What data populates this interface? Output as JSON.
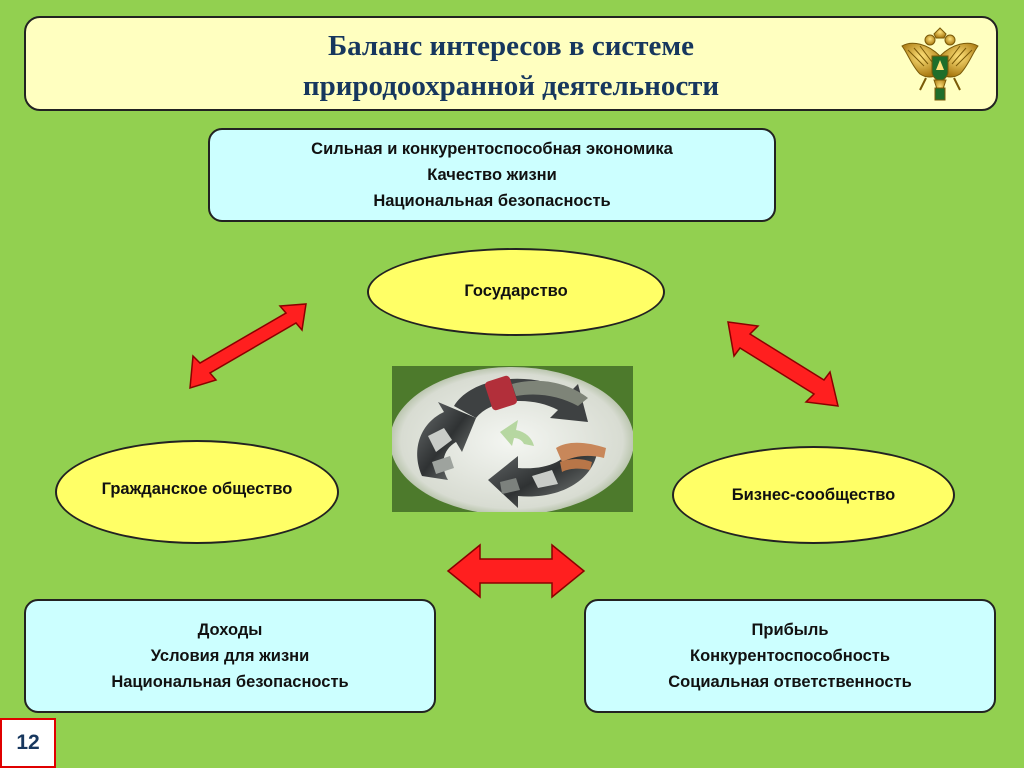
{
  "title": {
    "line1": "Баланс интересов в системе",
    "line2": "природоохранной деятельности"
  },
  "top_box": {
    "lines": [
      "Сильная и конкурентоспособная экономика",
      "Качество жизни",
      "Национальная безопасность"
    ]
  },
  "nodes": {
    "state": "Государство",
    "civil_society": "Гражданское общество",
    "business": "Бизнес-сообщество"
  },
  "left_box": {
    "lines": [
      "Доходы",
      "Условия для жизни",
      "Национальная безопасность"
    ]
  },
  "right_box": {
    "lines": [
      "Прибыль",
      "Конкурентоспособность",
      "Социальная ответственность"
    ]
  },
  "slide_number": "12",
  "colors": {
    "background": "#92d050",
    "title_fill": "#ffffc0",
    "box_fill": "#ccffff",
    "ellipse_fill": "#ffff66",
    "arrow": "#ff1f1f",
    "title_text": "#17375e"
  },
  "icons": {
    "emblem": "double-headed-eagle-emblem",
    "center_image": "recycling-photo-collage"
  }
}
